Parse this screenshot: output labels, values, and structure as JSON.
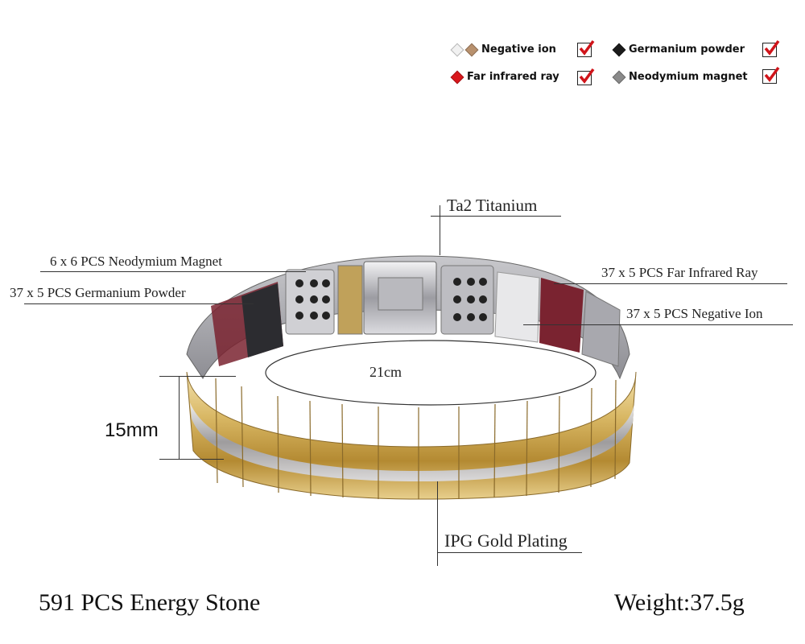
{
  "legend": [
    {
      "label": "Negative ion",
      "colors": [
        "#f1f1f1",
        "#b8916e"
      ],
      "checked": true
    },
    {
      "label": "Germanium powder",
      "colors": [
        "#1b1b1b"
      ],
      "checked": true
    },
    {
      "label": "Far infrared ray",
      "colors": [
        "#d9161b"
      ],
      "checked": true
    },
    {
      "label": "Neodymium magnet",
      "colors": [
        "#8a8a8a"
      ],
      "checked": true
    }
  ],
  "callouts": {
    "titanium": "Ta2 Titanium",
    "neodymium": "6 x 6  PCS Neodymium Magnet",
    "germanium": "37 x 5 PCS Germanium Powder",
    "far_infrared": "37 x 5 PCS Far Infrared Ray",
    "negative_ion": "37 x 5 PCS Negative Ion",
    "gold_plating": "IPG Gold Plating"
  },
  "dimensions": {
    "diameter": "21cm",
    "width": "15mm"
  },
  "footer": {
    "energy_stone": "591 PCS Energy Stone",
    "weight": "Weight:37.5g"
  },
  "colors": {
    "gold": "#d4b56a",
    "silver": "#c9c9cc",
    "check_red": "#d0141a"
  }
}
